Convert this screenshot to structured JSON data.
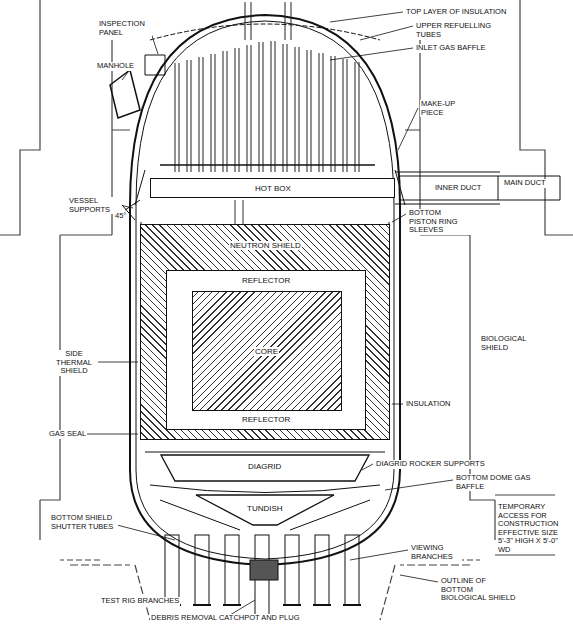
{
  "diagram": {
    "nodes": [
      {
        "text": [
          "NEUTRON SHIELD"
        ]
      },
      {
        "text": [
          "REFLECTOR",
          "REFLECTOR"
        ],
        "in": 0
      },
      {
        "text": [
          "CORE"
        ],
        "in": 1
      },
      {
        "text": [
          "HOT BOX"
        ]
      },
      {
        "text": [
          "DIAGRID"
        ]
      },
      {
        "text": [
          "TUNDISH"
        ]
      }
    ],
    "labels": [
      "TOP LAYER OF INSULATION",
      "INSPECTION PANEL",
      "UPPER REFUELLING TUBES",
      "INLET GAS BAFFLE",
      "MANHOLE",
      "MAKE-UP PIECE",
      "VESSEL SUPPORTS",
      "45°",
      "INNER DUCT",
      "MAIN DUCT",
      "BOTTOM PISTON RING SLEEVES",
      "BIOLOGICAL SHIELD",
      "SIDE THERMAL SHIELD",
      "INSULATION",
      "GAS SEAL",
      "DIAGRID ROCKER SUPPORTS",
      "BOTTOM DOME GAS BAFFLE",
      "TEMPORARY ACCESS FOR CONSTRUCTION EFFECTIVE SIZE 5'-3\" HIGH X 5'-0\" WD",
      "BOTTOM SHIELD SHUTTER TUBES",
      "VIEWING BRANCHES",
      "OUTLINE OF BOTTOM BIOLOGICAL SHIELD",
      "TEST RIG BRANCHES",
      "DEBRIS REMOVAL CATCHPOT AND PLUG"
    ]
  }
}
